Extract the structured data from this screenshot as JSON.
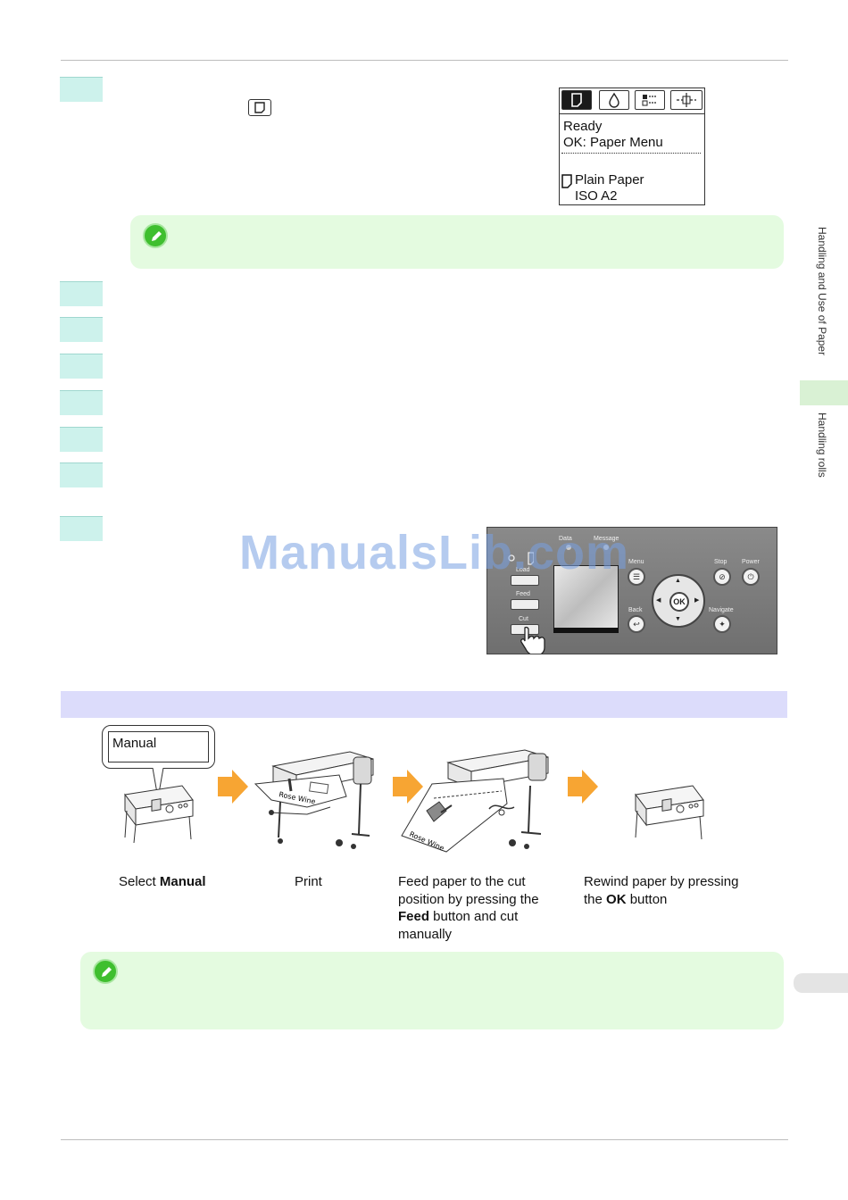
{
  "lcd": {
    "tabs": [
      "paper-icon",
      "ink-drop-icon",
      "menu-list-icon",
      "settings-icon"
    ],
    "line1": "Ready",
    "line2": "OK: Paper Menu",
    "paper_type": "Plain Paper",
    "paper_size": "ISO A2"
  },
  "side_nav": {
    "chapter": "Handling and Use of Paper",
    "section": "Handling rolls"
  },
  "control_panel": {
    "labels": {
      "data": "Data",
      "message": "Message",
      "load": "Load",
      "feed": "Feed",
      "cut": "Cut",
      "menu": "Menu",
      "back": "Back",
      "stop": "Stop",
      "power": "Power",
      "navigate": "Navigate",
      "ok": "OK"
    }
  },
  "watermark": "ManualsLib.com",
  "flow": {
    "bubble_text": "Manual",
    "captions": {
      "step1_prefix": "Select ",
      "step1_bold": "Manual",
      "step2": "Print",
      "step3_line1": "Feed paper to the cut",
      "step3_line2": "position by pressing the",
      "step3_bold": "Feed",
      "step3_after_bold": " button and cut",
      "step3_line4": "manually",
      "step4_line1": "Rewind paper by pressing",
      "step4_prefix": "the ",
      "step4_bold": "OK",
      "step4_suffix": " button"
    }
  },
  "colors": {
    "step_tab": "#cdf2ec",
    "note_bg": "#e4fbe0",
    "section_bar": "#dcdcfb",
    "flow_arrow": "#f7a533",
    "note_icon": "#3fbf2f"
  }
}
